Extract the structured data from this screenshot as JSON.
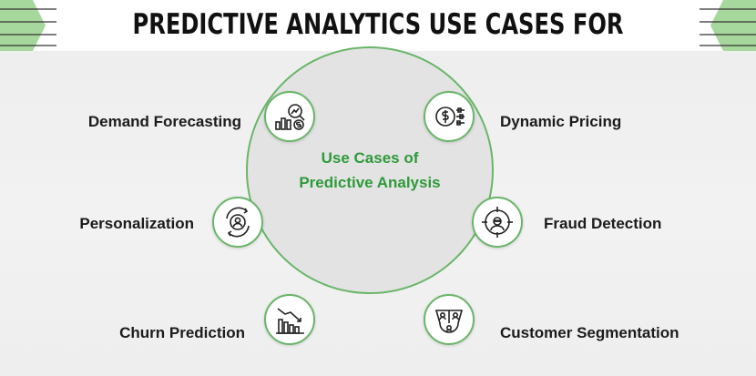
{
  "title": "PREDICTIVE ANALYTICS USE CASES FOR ECOMMERCE",
  "center": {
    "line1": "Use Cases of",
    "line2": "Predictive Analysis"
  },
  "use_cases": [
    {
      "label": "Demand Forecasting",
      "icon": "demand-forecasting-icon"
    },
    {
      "label": "Dynamic Pricing",
      "icon": "dynamic-pricing-icon"
    },
    {
      "label": "Personalization",
      "icon": "personalization-icon"
    },
    {
      "label": "Fraud Detection",
      "icon": "fraud-detection-icon"
    },
    {
      "label": "Churn Prediction",
      "icon": "churn-prediction-icon"
    },
    {
      "label": "Customer Segmentation",
      "icon": "customer-segmentation-icon"
    }
  ],
  "colors": {
    "accent_green": "#2e9a3a",
    "outline_green": "#6ab56a",
    "corner_green": "#a6d79c",
    "title_text": "#111111"
  }
}
